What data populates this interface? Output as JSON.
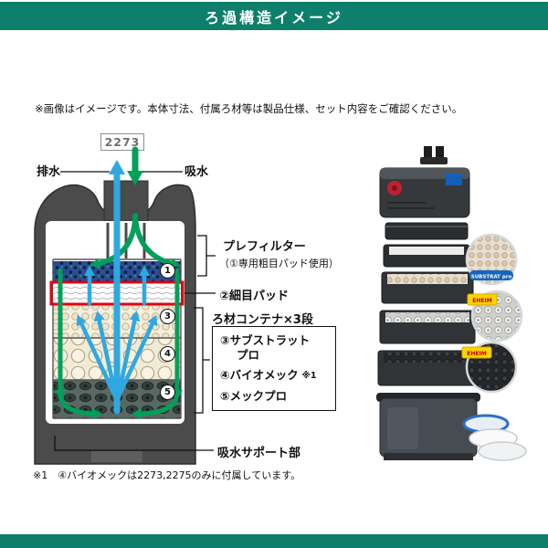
{
  "colors": {
    "teal": "#0d7f6b",
    "red": "#e60012",
    "blue": "#2fa8e1",
    "green": "#00a05a"
  },
  "header": {
    "title": "ろ過構造イメージ"
  },
  "note": "※画像はイメージです。本体寸法、付属ろ材等は製品仕様、セット内容をご確認ください。",
  "diagram": {
    "model": "2273",
    "outflow": "排水",
    "inflow": "吸水",
    "badges": [
      "1",
      "3",
      "4",
      "5"
    ],
    "prefilter_title": "プレフィルター",
    "prefilter_sub": "（①専用粗目パッド使用）",
    "fine_pad": "②細目パッド",
    "container_title": "ろ材コンテナ×3段",
    "media1a": "③サブストラット",
    "media1b": "プロ",
    "media2": "④バイオメック",
    "media2_note": "※1",
    "media3": "⑤メックプロ",
    "support": "吸水サポート部"
  },
  "product": {
    "substrat_label": "SUBSTRAT pro",
    "brand_tag": "EHEIM"
  },
  "footnote": "※1　④バイオメックは2273,2275のみに付属しています。"
}
